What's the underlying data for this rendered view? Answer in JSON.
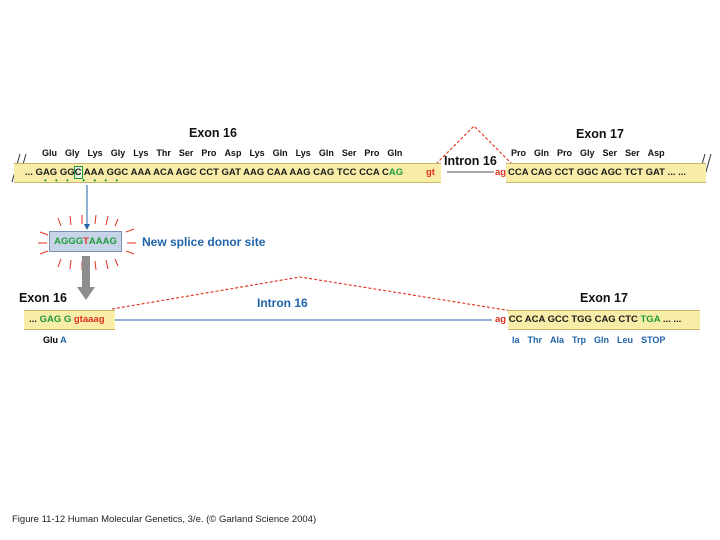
{
  "upper": {
    "exon_left_title": "Exon 16",
    "exon_right_title": "Exon 17",
    "intron_label": "Intron 16",
    "amino_acids_left": [
      "Glu",
      "Gly",
      "Lys",
      "Gly",
      "Lys",
      "Thr",
      "Ser",
      "Pro",
      "Asp",
      "Lys",
      "Gln",
      "Lys",
      "Gln",
      "Ser",
      "Pro",
      "Gln"
    ],
    "amino_acids_right": [
      "Pro",
      "Gln",
      "Pro",
      "Gly",
      "Ser",
      "Ser",
      "Asp"
    ],
    "left_seq_prefix": "... GAG GG",
    "left_seq_boxed": "C",
    "left_seq_main": " AAA GGC AAA ACA AGC CCT GAT AAG CAA AAG CAG TCC CCA C",
    "left_seq_green_end": "AG",
    "left_seq_intron_start": "gt",
    "right_seq_intron_end": "ag",
    "right_seq_main": "CCA CAG CCT GGC AGC TCT GAT ... ..."
  },
  "splice": {
    "seq_green_1": "AGGG",
    "seq_red": "T",
    "seq_green_2": "AAAG",
    "label": "New splice donor site"
  },
  "lower": {
    "exon_left_title": "Exon 16",
    "exon_right_title": "Exon 17",
    "intron_label": "Intron 16",
    "left_seq_prefix": "... ",
    "left_seq_green": "GAG G",
    "left_seq_red": " gtaaag",
    "right_seq_red": "ag",
    "right_seq_main": " CC ACA GCC TGG CAG CTC ",
    "right_seq_green": "TGA",
    "right_seq_end": " ... ...",
    "aa_left_black": "Glu ",
    "aa_left_blue": "A",
    "aa_right": [
      "la",
      "Thr",
      "Ala",
      "Trp",
      "Gln",
      "Leu",
      "STOP"
    ]
  },
  "caption": "Figure 11-12  Human Molecular Genetics, 3/e.  (© Garland Science 2004)",
  "colors": {
    "exon_fill": "#f7eda8",
    "splice_box_fill": "#c7d4e7",
    "green": "#1f9a3a",
    "red": "#e0311d",
    "blue": "#1f63a8"
  }
}
